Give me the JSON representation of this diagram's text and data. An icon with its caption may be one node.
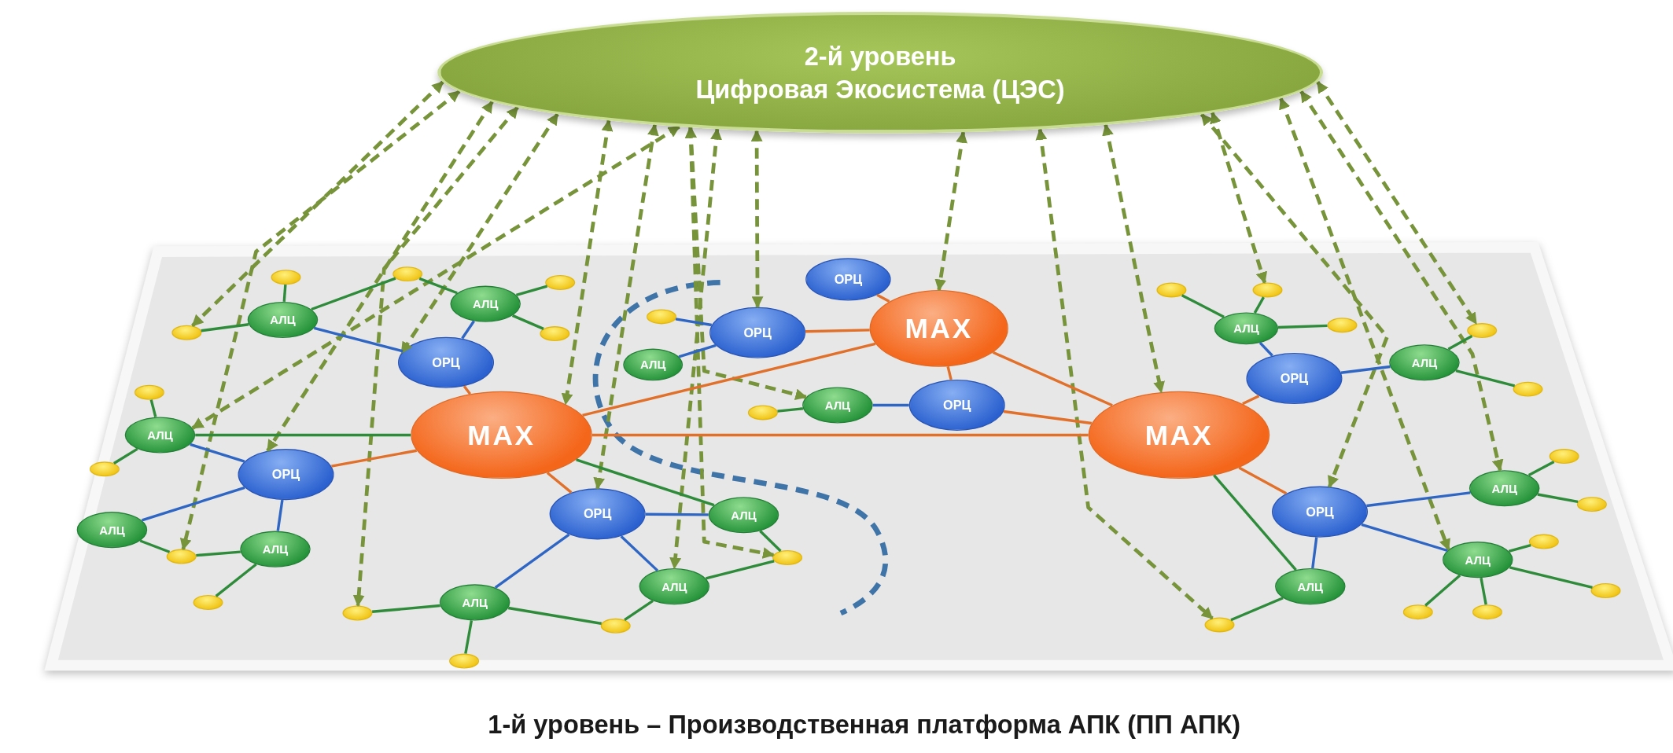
{
  "diagram": {
    "nodes": [
      {
        "text": [
          "2-й уровень",
          "Цифровая Экосистема (ЦЭС)"
        ]
      },
      {
        "text": [
          "1-й уровень – Производственная платформа АПК (ПП АПК)"
        ]
      },
      {
        "text": [
          "MAX"
        ],
        "in": 1
      },
      {
        "text": [
          "MAX"
        ],
        "in": 1
      },
      {
        "text": [
          "MAX"
        ],
        "in": 1
      },
      {
        "text": [
          "ОРЦ"
        ],
        "in": 1
      },
      {
        "text": [
          "ОРЦ"
        ],
        "in": 1
      },
      {
        "text": [
          "ОРЦ"
        ],
        "in": 1
      },
      {
        "text": [
          "ОРЦ"
        ],
        "in": 1
      },
      {
        "text": [
          "ОРЦ"
        ],
        "in": 1
      },
      {
        "text": [
          "ОРЦ"
        ],
        "in": 1
      },
      {
        "text": [
          "ОРЦ"
        ],
        "in": 1
      },
      {
        "text": [
          "ОРЦ"
        ],
        "in": 1
      },
      {
        "text": [
          "АЛЦ"
        ],
        "in": 1
      },
      {
        "text": [
          "АЛЦ"
        ],
        "in": 1
      },
      {
        "text": [
          "АЛЦ"
        ],
        "in": 1
      },
      {
        "text": [
          "АЛЦ"
        ],
        "in": 1
      },
      {
        "text": [
          "АЛЦ"
        ],
        "in": 1
      },
      {
        "text": [
          "АЛЦ"
        ],
        "in": 1
      },
      {
        "text": [
          "АЛЦ"
        ],
        "in": 1
      },
      {
        "text": [
          "АЛЦ"
        ],
        "in": 1
      },
      {
        "text": [
          "АЛЦ"
        ],
        "in": 1
      },
      {
        "text": [
          "АЛЦ"
        ],
        "in": 1
      },
      {
        "text": [
          "АЛЦ"
        ],
        "in": 1
      },
      {
        "text": [
          "АЛЦ"
        ],
        "in": 1
      },
      {
        "text": [
          "АЛЦ"
        ],
        "in": 1
      },
      {
        "text": [
          "АЛЦ"
        ],
        "in": 1
      },
      {
        "text": [
          "АЛЦ"
        ],
        "in": 1
      },
      {
        "text": [],
        "shape": "circle",
        "in": 1
      },
      {
        "text": [],
        "shape": "circle",
        "in": 1
      },
      {
        "text": [],
        "shape": "circle",
        "in": 1
      },
      {
        "text": [],
        "shape": "circle",
        "in": 1
      },
      {
        "text": [],
        "shape": "circle",
        "in": 1
      },
      {
        "text": [],
        "shape": "circle",
        "in": 1
      },
      {
        "text": [],
        "shape": "circle",
        "in": 1
      },
      {
        "text": [],
        "shape": "circle",
        "in": 1
      },
      {
        "text": [],
        "shape": "circle",
        "in": 1
      },
      {
        "text": [],
        "shape": "circle",
        "in": 1
      },
      {
        "text": [],
        "shape": "circle",
        "in": 1
      },
      {
        "text": [],
        "shape": "circle",
        "in": 1
      },
      {
        "text": [],
        "shape": "circle",
        "in": 1
      },
      {
        "text": [],
        "shape": "circle",
        "in": 1
      },
      {
        "text": [],
        "shape": "circle",
        "in": 1
      },
      {
        "text": [],
        "shape": "circle",
        "in": 1
      },
      {
        "text": [],
        "shape": "circle",
        "in": 1
      },
      {
        "text": [],
        "shape": "circle",
        "in": 1
      },
      {
        "text": [],
        "shape": "circle",
        "in": 1
      },
      {
        "text": [],
        "shape": "circle",
        "in": 1
      },
      {
        "text": [],
        "shape": "circle",
        "in": 1
      },
      {
        "text": [],
        "shape": "circle",
        "in": 1
      },
      {
        "text": [],
        "shape": "circle",
        "in": 1
      },
      {
        "text": [],
        "shape": "circle",
        "in": 1
      },
      {
        "text": [],
        "shape": "circle",
        "in": 1
      },
      {
        "text": [],
        "shape": "circle",
        "in": 1
      },
      {
        "text": [],
        "shape": "circle",
        "in": 1
      }
    ],
    "edges": [
      {
        "from": 0,
        "to": 31,
        "arrow": "both",
        "style": "dashed",
        "color": "#77943a"
      },
      {
        "from": 0,
        "to": 15,
        "arrow": "both",
        "style": "dashed",
        "color": "#77943a"
      },
      {
        "from": 0,
        "to": 35,
        "arrow": "both",
        "style": "dashed",
        "color": "#77943a"
      },
      {
        "from": 0,
        "to": 6,
        "arrow": "both",
        "style": "dashed",
        "color": "#77943a"
      },
      {
        "from": 0,
        "to": 37,
        "arrow": "both",
        "style": "dashed",
        "color": "#77943a"
      },
      {
        "from": 0,
        "to": 5,
        "arrow": "both",
        "style": "dashed",
        "color": "#77943a"
      },
      {
        "from": 0,
        "to": 2,
        "arrow": "both",
        "style": "dashed",
        "color": "#77943a"
      },
      {
        "from": 0,
        "to": 7,
        "arrow": "both",
        "style": "dashed",
        "color": "#77943a"
      },
      {
        "from": 0,
        "to": 19,
        "arrow": "both",
        "style": "dashed",
        "color": "#77943a"
      },
      {
        "from": 0,
        "to": 8,
        "arrow": "both",
        "style": "dashed",
        "color": "#77943a"
      },
      {
        "from": 0,
        "to": 40,
        "arrow": "both",
        "style": "dashed",
        "color": "#77943a"
      },
      {
        "from": 0,
        "to": 22,
        "arrow": "both",
        "style": "dashed",
        "color": "#77943a"
      },
      {
        "from": 0,
        "to": 3,
        "arrow": "both",
        "style": "dashed",
        "color": "#77943a"
      },
      {
        "from": 0,
        "to": 54,
        "arrow": "both",
        "style": "dashed",
        "color": "#77943a"
      },
      {
        "from": 0,
        "to": 4,
        "arrow": "both",
        "style": "dashed",
        "color": "#77943a"
      },
      {
        "from": 0,
        "to": 12,
        "arrow": "both",
        "style": "dashed",
        "color": "#77943a"
      },
      {
        "from": 0,
        "to": 44,
        "arrow": "both",
        "style": "dashed",
        "color": "#77943a"
      },
      {
        "from": 0,
        "to": 26,
        "arrow": "both",
        "style": "dashed",
        "color": "#77943a"
      },
      {
        "from": 0,
        "to": 25,
        "arrow": "both",
        "style": "dashed",
        "color": "#77943a"
      },
      {
        "from": 0,
        "to": 46,
        "arrow": "both",
        "style": "dashed",
        "color": "#77943a"
      },
      {
        "from": 13,
        "to": 28,
        "arrow": "none",
        "color": "#2e8b3a"
      },
      {
        "from": 13,
        "to": 31,
        "arrow": "none",
        "color": "#2e8b3a"
      },
      {
        "from": 13,
        "to": 29,
        "arrow": "none",
        "color": "#2e8b3a"
      },
      {
        "from": 13,
        "to": 5,
        "arrow": "none",
        "color": "#2f66c4"
      },
      {
        "from": 14,
        "to": 29,
        "arrow": "none",
        "color": "#2e8b3a"
      },
      {
        "from": 14,
        "to": 30,
        "arrow": "none",
        "color": "#2e8b3a"
      },
      {
        "from": 14,
        "to": 32,
        "arrow": "none",
        "color": "#2e8b3a"
      },
      {
        "from": 14,
        "to": 5,
        "arrow": "none",
        "color": "#2f66c4"
      },
      {
        "from": 5,
        "to": 2,
        "arrow": "none",
        "color": "#e0702a"
      },
      {
        "from": 15,
        "to": 33,
        "arrow": "none",
        "color": "#2e8b3a"
      },
      {
        "from": 15,
        "to": 34,
        "arrow": "none",
        "color": "#2e8b3a"
      },
      {
        "from": 15,
        "to": 2,
        "arrow": "none",
        "color": "#2e8b3a"
      },
      {
        "from": 15,
        "to": 6,
        "arrow": "none",
        "color": "#2f66c4"
      },
      {
        "from": 6,
        "to": 2,
        "arrow": "none",
        "color": "#e0702a"
      },
      {
        "from": 6,
        "to": 16,
        "arrow": "none",
        "color": "#2f66c4"
      },
      {
        "from": 6,
        "to": 17,
        "arrow": "none",
        "color": "#2f66c4"
      },
      {
        "from": 16,
        "to": 35,
        "arrow": "none",
        "color": "#2e8b3a"
      },
      {
        "from": 17,
        "to": 35,
        "arrow": "none",
        "color": "#2e8b3a"
      },
      {
        "from": 17,
        "to": 36,
        "arrow": "none",
        "color": "#2e8b3a"
      },
      {
        "from": 2,
        "to": 7,
        "arrow": "none",
        "color": "#e0702a"
      },
      {
        "from": 7,
        "to": 18,
        "arrow": "none",
        "color": "#2f66c4"
      },
      {
        "from": 7,
        "to": 20,
        "arrow": "none",
        "color": "#2f66c4"
      },
      {
        "from": 7,
        "to": 19,
        "arrow": "none",
        "color": "#2f66c4"
      },
      {
        "from": 18,
        "to": 37,
        "arrow": "none",
        "color": "#2e8b3a"
      },
      {
        "from": 18,
        "to": 38,
        "arrow": "none",
        "color": "#2e8b3a"
      },
      {
        "from": 18,
        "to": 39,
        "arrow": "none",
        "color": "#2e8b3a"
      },
      {
        "from": 2,
        "to": 20,
        "arrow": "none",
        "color": "#2e8b3a"
      },
      {
        "from": 20,
        "to": 40,
        "arrow": "none",
        "color": "#2e8b3a"
      },
      {
        "from": 19,
        "to": 40,
        "arrow": "none",
        "color": "#2e8b3a"
      },
      {
        "from": 19,
        "to": 39,
        "arrow": "none",
        "color": "#2e8b3a"
      },
      {
        "from": 8,
        "to": 41,
        "arrow": "none",
        "color": "#2f66c4"
      },
      {
        "from": 8,
        "to": 21,
        "arrow": "none",
        "color": "#2f66c4"
      },
      {
        "from": 8,
        "to": 3,
        "arrow": "none",
        "color": "#e0702a"
      },
      {
        "from": 9,
        "to": 3,
        "arrow": "none",
        "color": "#e0702a"
      },
      {
        "from": 3,
        "to": 2,
        "arrow": "none",
        "color": "#e0702a"
      },
      {
        "from": 3,
        "to": 4,
        "arrow": "none",
        "color": "#e0702a"
      },
      {
        "from": 3,
        "to": 10,
        "arrow": "none",
        "color": "#e0702a"
      },
      {
        "from": 10,
        "to": 22,
        "arrow": "none",
        "color": "#2f66c4"
      },
      {
        "from": 10,
        "to": 4,
        "arrow": "none",
        "color": "#e0702a"
      },
      {
        "from": 22,
        "to": 42,
        "arrow": "none",
        "color": "#2e8b3a"
      },
      {
        "from": 2,
        "to": 4,
        "arrow": "none",
        "color": "#e0702a"
      },
      {
        "from": 23,
        "to": 43,
        "arrow": "none",
        "color": "#2e8b3a"
      },
      {
        "from": 23,
        "to": 44,
        "arrow": "none",
        "color": "#2e8b3a"
      },
      {
        "from": 23,
        "to": 45,
        "arrow": "none",
        "color": "#2e8b3a"
      },
      {
        "from": 23,
        "to": 11,
        "arrow": "none",
        "color": "#2f66c4"
      },
      {
        "from": 11,
        "to": 4,
        "arrow": "none",
        "color": "#e0702a"
      },
      {
        "from": 11,
        "to": 24,
        "arrow": "none",
        "color": "#2f66c4"
      },
      {
        "from": 24,
        "to": 46,
        "arrow": "none",
        "color": "#2e8b3a"
      },
      {
        "from": 24,
        "to": 47,
        "arrow": "none",
        "color": "#2e8b3a"
      },
      {
        "from": 4,
        "to": 12,
        "arrow": "none",
        "color": "#e0702a"
      },
      {
        "from": 4,
        "to": 27,
        "arrow": "none",
        "color": "#2e8b3a"
      },
      {
        "from": 12,
        "to": 25,
        "arrow": "none",
        "color": "#2f66c4"
      },
      {
        "from": 12,
        "to": 26,
        "arrow": "none",
        "color": "#2f66c4"
      },
      {
        "from": 12,
        "to": 27,
        "arrow": "none",
        "color": "#2f66c4"
      },
      {
        "from": 25,
        "to": 48,
        "arrow": "none",
        "color": "#2e8b3a"
      },
      {
        "from": 25,
        "to": 49,
        "arrow": "none",
        "color": "#2e8b3a"
      },
      {
        "from": 26,
        "to": 50,
        "arrow": "none",
        "color": "#2e8b3a"
      },
      {
        "from": 26,
        "to": 51,
        "arrow": "none",
        "color": "#2e8b3a"
      },
      {
        "from": 26,
        "to": 52,
        "arrow": "none",
        "color": "#2e8b3a"
      },
      {
        "from": 26,
        "to": 53,
        "arrow": "none",
        "color": "#2e8b3a"
      },
      {
        "from": 27,
        "to": 54,
        "arrow": "none",
        "color": "#2e8b3a"
      }
    ]
  }
}
